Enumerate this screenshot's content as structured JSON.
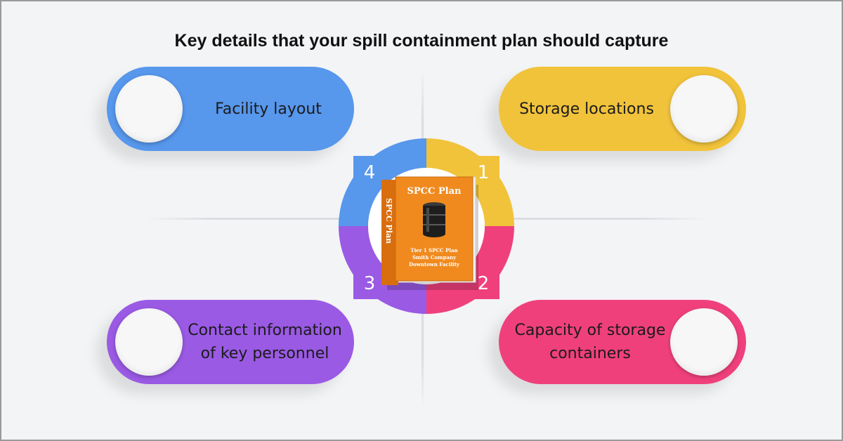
{
  "title": "Key details that your spill containment plan should capture",
  "items": [
    {
      "number": "1",
      "label": "Storage locations",
      "color": "#f1c33b"
    },
    {
      "number": "2",
      "label": "Capacity of storage containers",
      "color": "#f0407c"
    },
    {
      "number": "3",
      "label": "Contact information of key personnel",
      "color": "#9a5ae4"
    },
    {
      "number": "4",
      "label": "Facility layout",
      "color": "#5797ec"
    }
  ],
  "binder": {
    "cover_title": "SPCC Plan",
    "spine_title": "SPCC Plan",
    "cover_lines": [
      "Tier 1 SPCC Plan",
      "Smith Company",
      "Downtown Facility"
    ],
    "cover_color": "#f08a1e",
    "icon": "oil-barrel-icon"
  }
}
